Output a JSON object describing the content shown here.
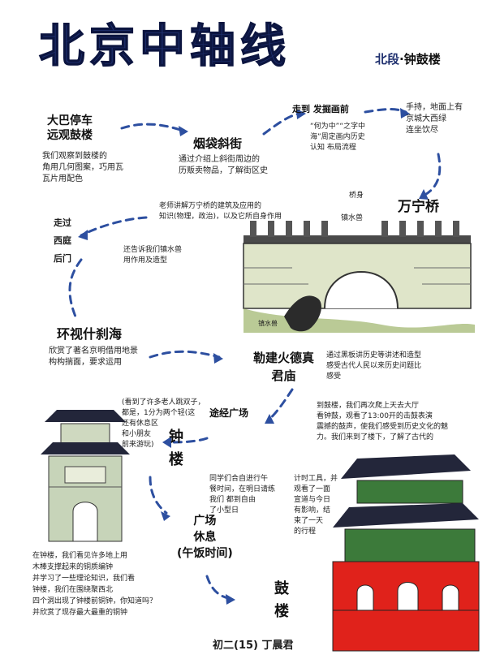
{
  "title": "北京中轴线",
  "subtitle": {
    "part1": "北段",
    "sep": "·",
    "part2": "钟鼓楼"
  },
  "stops": {
    "dabei": {
      "name": "大巴停车\n远观鼓楼",
      "desc": "我们观察到鼓楼的\n角用几何图案，巧用瓦\n瓦片用配色"
    },
    "yandai": {
      "name": "烟袋斜街",
      "desc": "通过介绍上斜街周边的\n历贩卖物品，了解街区史"
    },
    "zhouyou": {
      "name": "走到 发掘画前",
      "desc": "“何为中”“之字中\n海”周定画内历史\n认知 布局流程"
    },
    "wanning": {
      "name": "万宁桥",
      "label_qian": "桥身",
      "label_zhenshui": "镇水兽",
      "desc_teacher": "老师讲解万宁桥的建筑及应用的\n知识(物理，政治)，以及它所自身作用",
      "desc_zhen": "还告诉我们镇水兽\n用作用及造型",
      "label_water": "镇水兽"
    },
    "duandian": {
      "name": "手持，地面上有\n京城大西绿\n连坐饮尽"
    },
    "huoxi": {
      "name": "环视什刹海",
      "desc": "欣赏了著名京明借用地景\n构构揣面，要求运用"
    },
    "guo_di": {
      "name": "走过\n西庭\n后门"
    },
    "huoshen": {
      "name": "勒建火德真\n君庙",
      "desc": "通过黑板讲历史等讲述和造型\n感受古代人民以来历史问题比\n感受"
    },
    "zhonglou": {
      "name": "钟\n楼",
      "desc": "(看到了许多老人跳双子，\n都是，1分为两个轻(这\n还有休息区\n和小朋友\n前来游玩)",
      "label_square": "途经广场"
    },
    "guangchang": {
      "name": "广场\n休息\n(午饭时间)",
      "desc": "同学们合自进行午\n餐时间，在明日请练\n我们 都到自由\n了小型日"
    },
    "gulou": {
      "name": "鼓\n楼",
      "desc_top": "到鼓楼，我们再次爬上天去大厅\n看钟鼓，观看了13:00开的击鼓表演\n震撼的鼓声，使我们感受到历史文化的魅\n力。我们来到了楼下，了解了古代的",
      "desc_side": "计时工具，并\n观看了一面\n宣道与今日\n有影响，结\n束了一天\n的行程"
    },
    "zhonglou_text": {
      "desc": "在钟楼，我们看见许多地上用\n木棒支撑起来的铜质编钟\n并学习了一些理论知识，我们看\n钟楼，我们在围绕聚西北\n四个洞出现了钟楼前铜钟，你知道吗？\n并欣赏了现存最大最重的铜钟"
    }
  },
  "signature": "初二(15) 丁晨君",
  "colors": {
    "title": "#1e2f6e",
    "arrow": "#2d4fa0",
    "red": "#e0221b",
    "green": "#3c7a3a",
    "roof": "#23263a"
  }
}
